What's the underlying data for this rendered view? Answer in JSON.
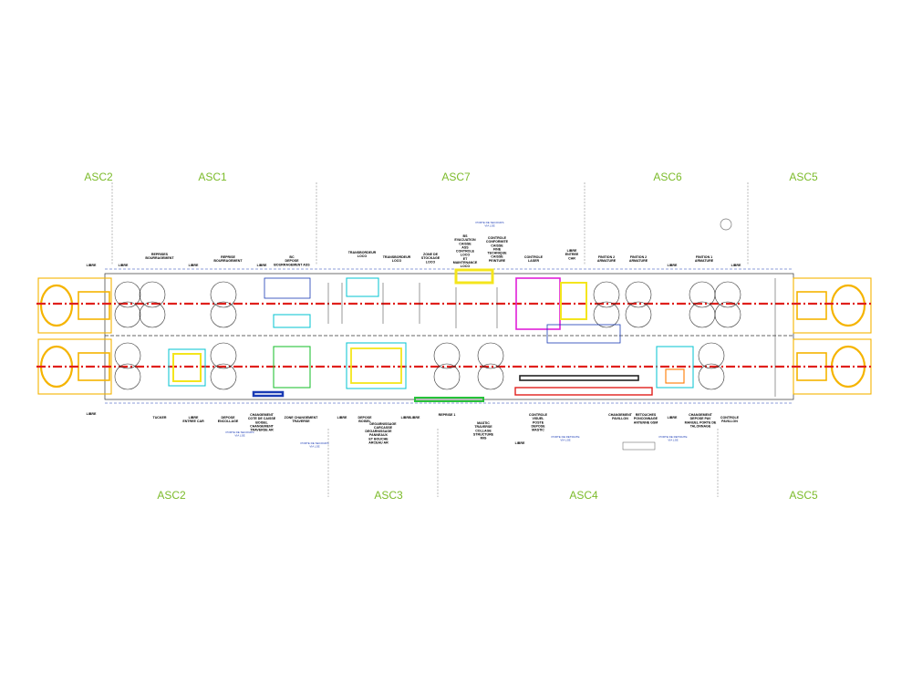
{
  "zones_top": [
    "ASC2",
    "ASC1",
    "ASC7",
    "ASC6",
    "ASC5"
  ],
  "zones_bottom": [
    "ASC2",
    "ASC3",
    "ASC4",
    "ASC5"
  ],
  "stations_top": [
    "LIBRE",
    "LIBRE",
    "REPRISES\nBOURRAGEMENT",
    "LIBRE",
    "REPRISE\nBOURRAGEMENT",
    "LIBRE",
    "BC\nDEPOSE\nBOURRAGEMENT ASS",
    "TRANSBORDEUR\nLOCO",
    "TRANSBORDEUR\nLOCO",
    "ZONE DE\nSTOCKAGE\nLOCO",
    "BS\nEVACUATION\nCAISSE\nASS\nCONTROLE\nLOCO\nET\nMAINTENANCE\nLOCO",
    "CONTROLE\nCONFORMITE\nCAISSE\nFINE\nTECHNIQUE\nCAISSE\nPEINTURE",
    "CONTROLE\nLASER",
    "LIBRE\nENTREE\nCAR",
    "FINITION 2\nARMATURE",
    "FINITION 2\nARMATURE",
    "LIBRE",
    "FINITION 1\nARMATURE",
    "LIBRE"
  ],
  "stations_bottom": [
    "LIBRE",
    "TUCKER",
    "LIBRE\nENTREE CAR",
    "DEPOSE\nENCOLLAGE",
    "CHANGEMENT\nCOTE DE CAISSE\nBOISEL\nCHANGEMENT\nTRAVERSE AR",
    "ZONE CHANGEMENT\nTRAVERSE",
    "LIBRE",
    "DEPOSE\nBOISEL",
    "DEGARNISSAGE\nCARCASSE",
    "LIBRE",
    "DEGARNISSAGE\nPANNEAUX\nET BOUCHE\nARCEAU AR",
    "LIBRE",
    "REPRISE 1",
    "MASTIC\nTRAVERSE\nCOLLAGE\nSTRUCTURE\nMIG",
    "LIBRE",
    "CONTROLE\nVISUEL\nPOSTE\nDEPOSE\nMASTIC",
    "CHANGEMENT\nPAVILLON",
    "RETOUCHES\nPONCONNAGE\nANTENNE GSM",
    "LIBRE",
    "CHANGEMENT\nDEPOSE PAV\nMANUEL PORTE DE\nTALONNAGE",
    "CONTROLE\nPAVILLON"
  ],
  "notes": [
    "PORTE DE SECOURS\nVIA LSE",
    "PORTE DE SECOURS\nVIA LSE",
    "PORTE DE SECOURS\nVIA LSE",
    "PORTE DE RETRAITE\nVIA LSE",
    "PORTE DE RETRAITE\nVIA LSE"
  ],
  "colors": {
    "zone_label": "#7cbb2a",
    "rail_axis": "#e0201c",
    "bogie": "#f5b400",
    "equipment_cyan": "#17c8d4",
    "equipment_green": "#27c23a",
    "equipment_magenta": "#e020d8",
    "equipment_yellow": "#f4e51c",
    "equipment_blue": "#1a3bb5",
    "equipment_orange": "#ff7a00",
    "linework": "#333333",
    "boundary_line": "#8a8a8a"
  }
}
